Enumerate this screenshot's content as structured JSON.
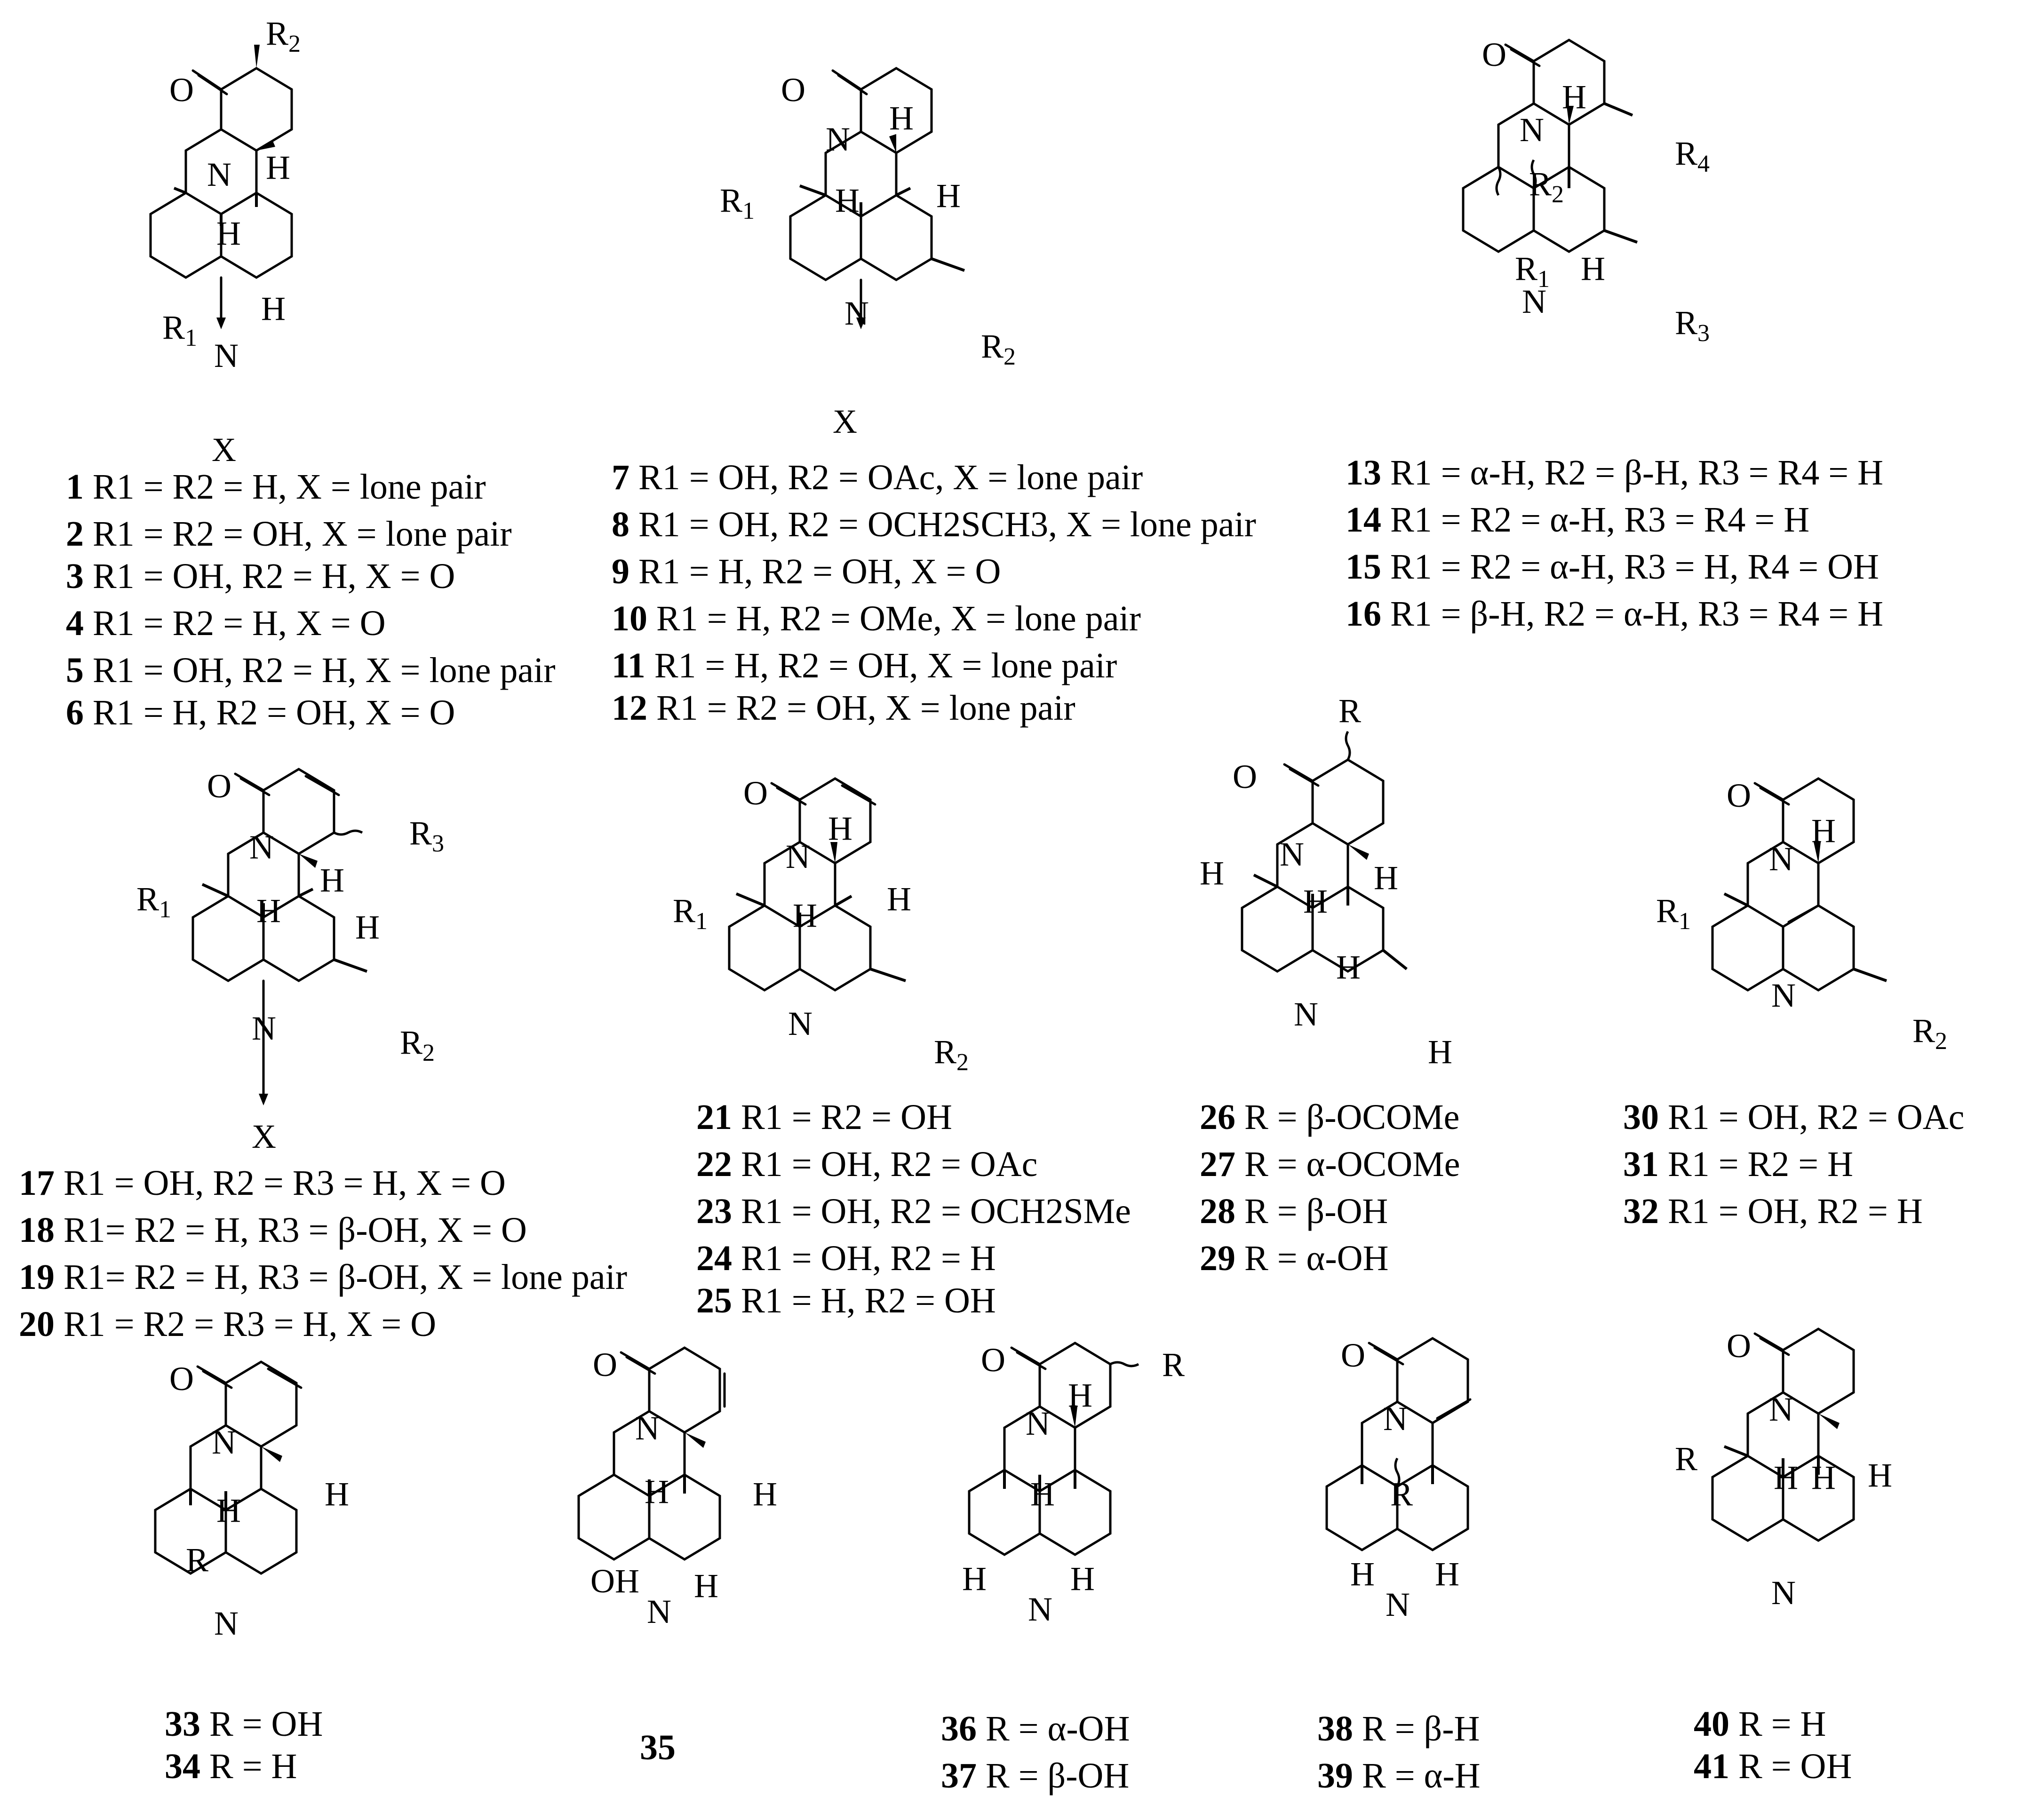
{
  "labels": {
    "O": "O",
    "N": "N",
    "H": "H",
    "X": "X",
    "R": "R",
    "OH": "OH",
    "R1": "R",
    "R2": "R",
    "R3": "R",
    "R4": "R",
    "s1": "1",
    "s2": "2",
    "s3": "3",
    "s4": "4"
  },
  "captions": {
    "c1": {
      "num": "1",
      "text": " R1 = R2 = H, X = lone pair"
    },
    "c2": {
      "num": "2",
      "text": " R1 = R2 = OH, X = lone pair"
    },
    "c3": {
      "num": "3",
      "text": " R1 = OH, R2 = H, X = O"
    },
    "c4": {
      "num": "4",
      "text": " R1 = R2 = H, X = O"
    },
    "c5": {
      "num": "5",
      "text": " R1 = OH, R2 = H, X = lone pair"
    },
    "c6": {
      "num": "6",
      "text": " R1 = H, R2 = OH, X = O"
    },
    "c7": {
      "num": "7",
      "text": " R1 = OH, R2 = OAc, X = lone pair"
    },
    "c8": {
      "num": "8",
      "text": " R1 = OH, R2 = OCH2SCH3, X = lone pair"
    },
    "c9": {
      "num": "9",
      "text": " R1 = H, R2 = OH, X = O"
    },
    "c10": {
      "num": "10",
      "text": " R1 = H, R2 = OMe, X = lone pair"
    },
    "c11": {
      "num": "11",
      "text": " R1 = H, R2 = OH, X = lone pair"
    },
    "c12": {
      "num": "12",
      "text": " R1 = R2 = OH, X = lone pair"
    },
    "c13": {
      "num": "13",
      "text": " R1 = α-H, R2 = β-H, R3 = R4 = H"
    },
    "c14": {
      "num": "14",
      "text": " R1 = R2 = α-H, R3 = R4 = H"
    },
    "c15": {
      "num": "15",
      "text": " R1 = R2 = α-H, R3 = H, R4 = OH"
    },
    "c16": {
      "num": "16",
      "text": " R1 = β-H, R2 = α-H, R3 = R4 = H"
    },
    "c17": {
      "num": "17",
      "text": " R1 = OH, R2 = R3 = H, X = O"
    },
    "c18": {
      "num": "18",
      "text": " R1= R2 = H, R3 = β-OH, X = O"
    },
    "c19": {
      "num": "19",
      "text": " R1= R2 = H, R3 = β-OH, X = lone pair"
    },
    "c20": {
      "num": "20",
      "text": " R1 = R2 = R3 = H, X = O"
    },
    "c21": {
      "num": "21",
      "text": " R1 = R2 = OH"
    },
    "c22": {
      "num": "22",
      "text": " R1 = OH, R2 = OAc"
    },
    "c23": {
      "num": "23",
      "text": " R1 = OH, R2 = OCH2SMe"
    },
    "c24": {
      "num": "24",
      "text": " R1 = OH, R2 = H"
    },
    "c25": {
      "num": "25",
      "text": " R1 = H, R2 = OH"
    },
    "c26": {
      "num": "26",
      "text": " R = β-OCOMe"
    },
    "c27": {
      "num": "27",
      "text": " R = α-OCOMe"
    },
    "c28": {
      "num": "28",
      "text": " R = β-OH"
    },
    "c29": {
      "num": "29",
      "text": " R = α-OH"
    },
    "c30": {
      "num": "30",
      "text": " R1 = OH, R2 = OAc"
    },
    "c31": {
      "num": "31",
      "text": " R1 = R2 = H"
    },
    "c32": {
      "num": "32",
      "text": " R1 = OH, R2 = H"
    },
    "c33": {
      "num": "33",
      "text": " R = OH"
    },
    "c34": {
      "num": "34",
      "text": " R = H"
    },
    "c35": {
      "num": "35",
      "text": ""
    },
    "c36": {
      "num": "36",
      "text": " R = α-OH"
    },
    "c37": {
      "num": "37",
      "text": " R = β-OH"
    },
    "c38": {
      "num": "38",
      "text": " R = β-H"
    },
    "c39": {
      "num": "39",
      "text": " R = α-H"
    },
    "c40": {
      "num": "40",
      "text": " R = H"
    },
    "c41": {
      "num": "41",
      "text": " R = OH"
    }
  }
}
